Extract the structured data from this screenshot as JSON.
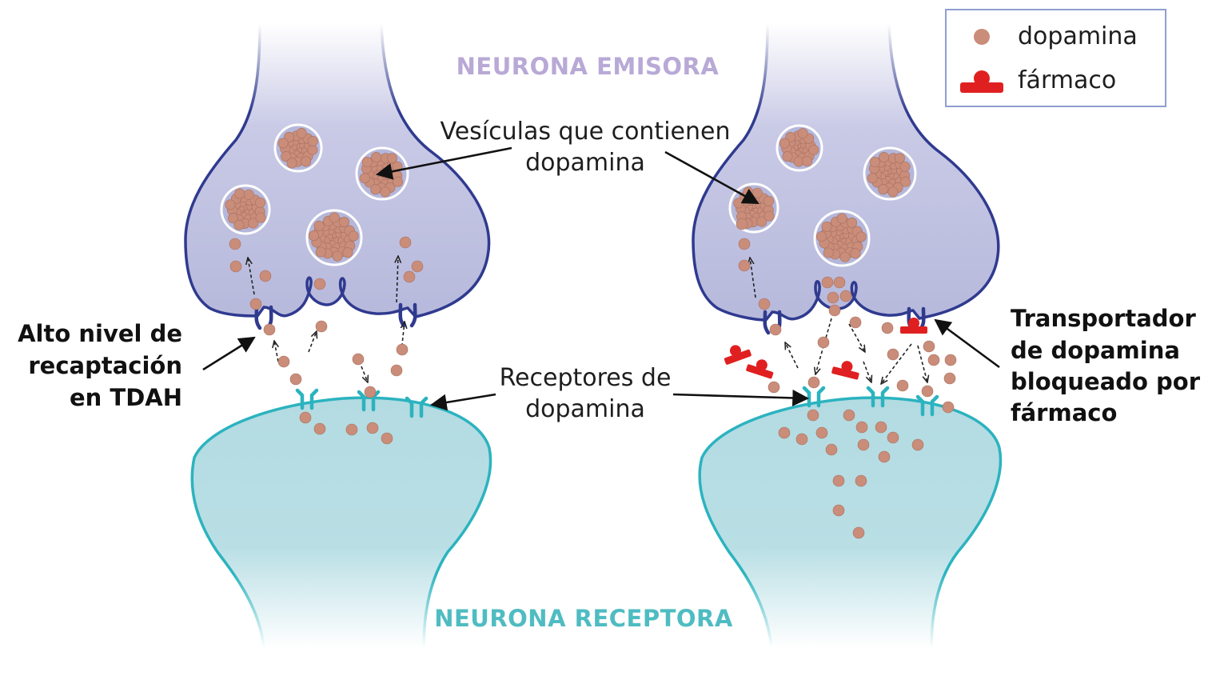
{
  "titles": {
    "sender": "NEURONA EMISORA",
    "receiver": "NEURONA RECEPTORA"
  },
  "labels": {
    "vesicles": [
      "Vesículas que contienen",
      "dopamina"
    ],
    "receptors": [
      "Receptores de",
      "dopamina"
    ],
    "reuptake": [
      "Alto nivel de",
      "recaptación",
      "en TDAH"
    ],
    "blocked": [
      "Transportador",
      "de dopamina",
      "bloqueado por",
      "fármaco"
    ]
  },
  "legend": {
    "dopamine": "dopamina",
    "drug": "fármaco"
  },
  "colors": {
    "sender_fill": "#b9bbdc",
    "sender_outline": "#2f3a8f",
    "receiver_fill": "#b4dce2",
    "receiver_outline": "#2bb3bf",
    "dopamine": "#c98d7a",
    "drug": "#e02020",
    "title_sender": "#b8a9d6",
    "title_receiver": "#4fbcc2",
    "legend_border": "#8f9fd0"
  }
}
